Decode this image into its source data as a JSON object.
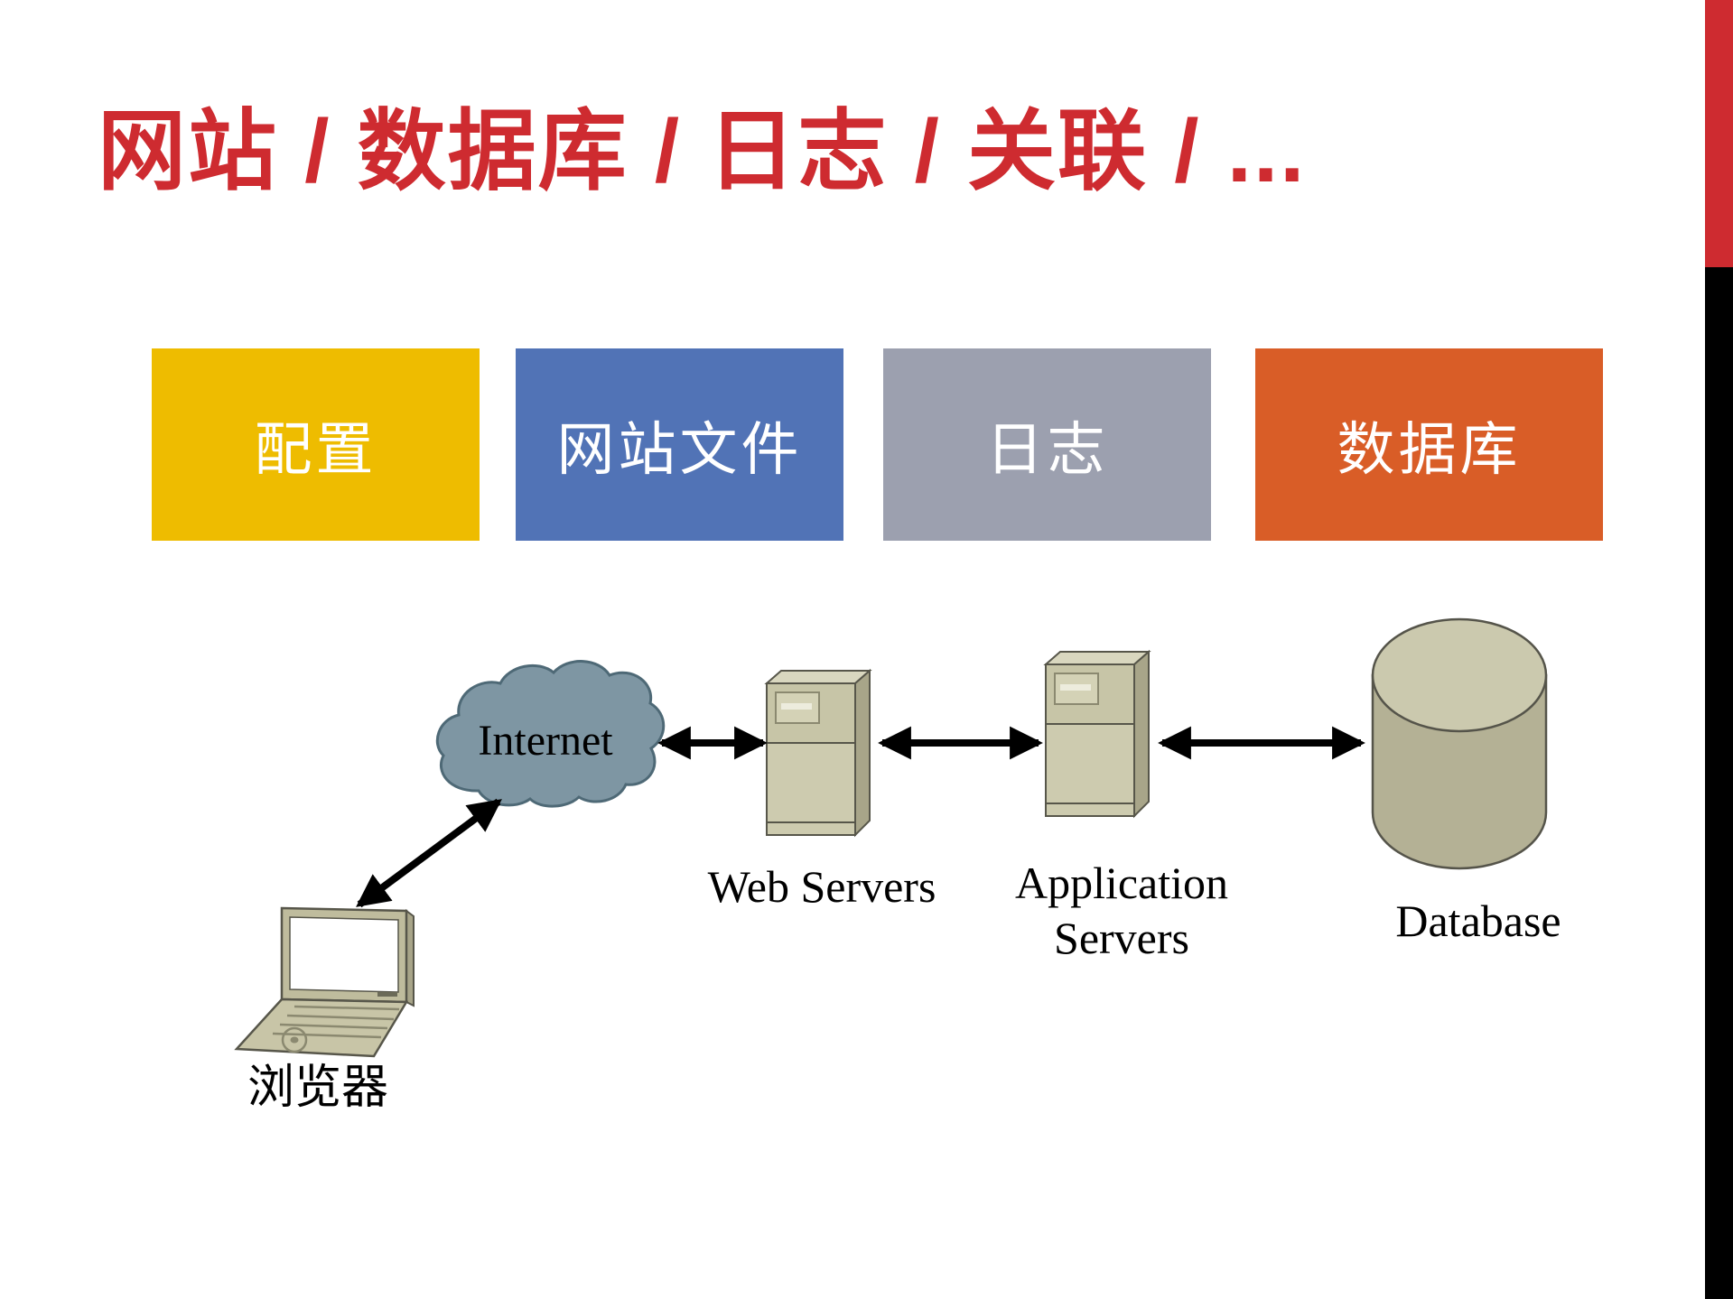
{
  "slide": {
    "title": "网站 / 数据库 / 日志 / 关联 / ...",
    "title_color": "#CE2B30",
    "background_color": "#FFFFFF"
  },
  "category_boxes": {
    "text_color": "#FFFFFF",
    "items": [
      {
        "label": "配置",
        "color": "#EEBC00"
      },
      {
        "label": "网站文件",
        "color": "#5173B6"
      },
      {
        "label": "日志",
        "color": "#9CA0AF"
      },
      {
        "label": "数据库",
        "color": "#D95D27"
      }
    ]
  },
  "edge_bar": {
    "top_color": "#CE2B30",
    "bottom_color": "#000000"
  },
  "diagram": {
    "internet_label": "Internet",
    "browser_label": "浏览器",
    "web_servers_label": "Web Servers",
    "app_servers_label": "Application Servers",
    "database_label": "Database",
    "colors": {
      "cloud_fill": "#7E96A3",
      "cloud_stroke": "#4E6976",
      "cylinder_body": "#B4B195",
      "cylinder_top": "#CBC9AE",
      "machine_front": "#CDCBAF",
      "machine_front_upper": "#C7C5A7",
      "machine_side": "#A8A589",
      "machine_top": "#D9D7BF",
      "outline": "#57564A",
      "arrow": "#000000"
    }
  }
}
